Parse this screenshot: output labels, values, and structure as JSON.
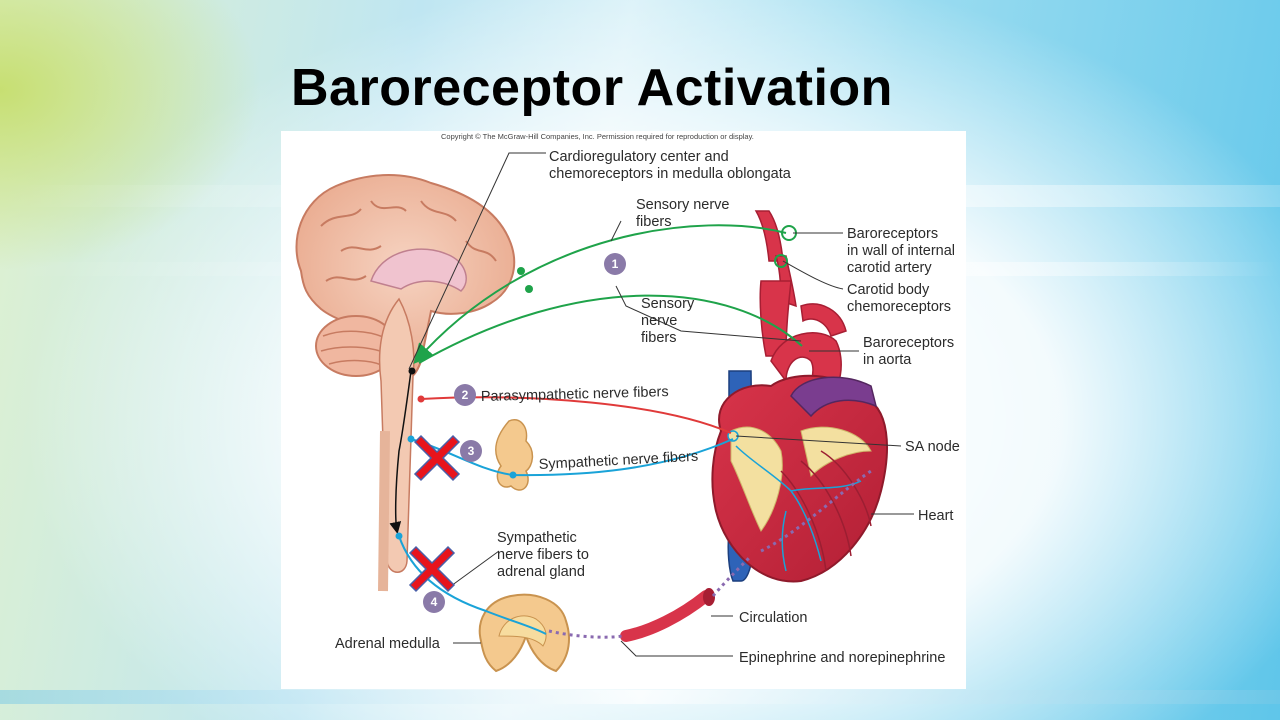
{
  "slide": {
    "title": "Baroreceptor Activation"
  },
  "figure": {
    "copyright": "Copyright © The McGraw-Hill Companies, Inc. Permission required for reproduction or display.",
    "labels": {
      "cardio_line1": "Cardioregulatory center and",
      "cardio_line2": "chemoreceptors in medulla oblongata",
      "sensory_top_line1": "Sensory nerve",
      "sensory_top_line2": "fibers",
      "sensory_mid_line1": "Sensory",
      "sensory_mid_line2": "nerve",
      "sensory_mid_line3": "fibers",
      "baro_carotid_line1": "Baroreceptors",
      "baro_carotid_line2": "in wall of internal",
      "baro_carotid_line3": "carotid artery",
      "carotid_body_line1": "Carotid body",
      "carotid_body_line2": "chemoreceptors",
      "baro_aorta_line1": "Baroreceptors",
      "baro_aorta_line2": "in aorta",
      "parasympathetic": "Parasympathetic nerve fibers",
      "sa_node": "SA node",
      "sympathetic": "Sympathetic nerve fibers",
      "heart": "Heart",
      "symp_adrenal_line1": "Sympathetic",
      "symp_adrenal_line2": "nerve fibers to",
      "symp_adrenal_line3": "adrenal gland",
      "circulation": "Circulation",
      "adrenal_medulla": "Adrenal medulla",
      "epinephrine": "Epinephrine and norepinephrine"
    },
    "steps": [
      "1",
      "2",
      "3",
      "4"
    ],
    "colors": {
      "sensory": "#1fa34a",
      "parasympathetic": "#e03a3a",
      "sympathetic": "#1aa3d8",
      "step_badge": "#8a7aa8",
      "blocked_marker": "#e8141c"
    }
  }
}
